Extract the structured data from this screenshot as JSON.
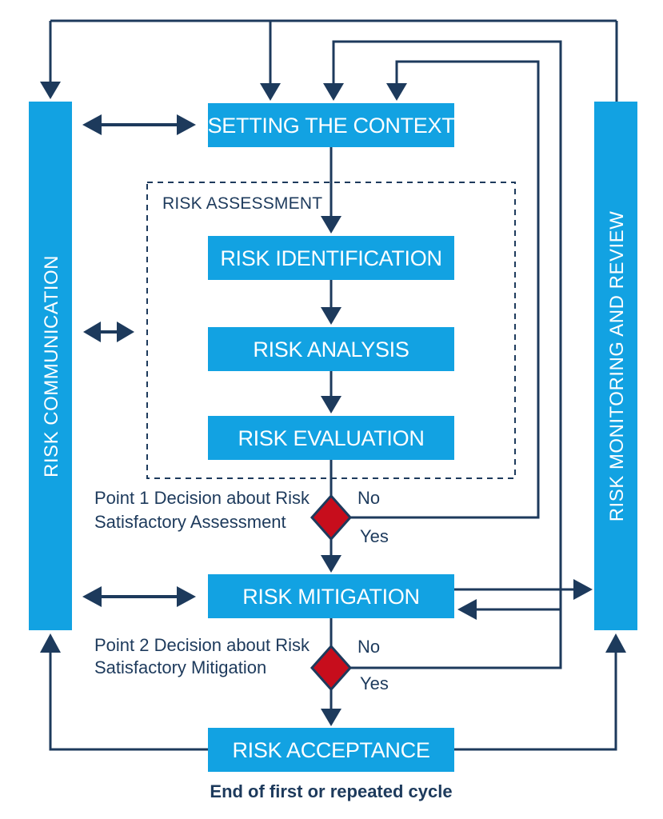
{
  "colors": {
    "accent_blue": "#12a2e2",
    "line_navy": "#1d3a5c",
    "decision_red": "#c70d1c",
    "label_white": "#ffffff"
  },
  "side_bars": {
    "left": {
      "label": "RISK COMMUNICATION"
    },
    "right": {
      "label": "RISK MONITORING AND REVIEW"
    }
  },
  "nodes": {
    "context": {
      "label": "SETTING THE CONTEXT"
    },
    "identification": {
      "label": "RISK IDENTIFICATION"
    },
    "analysis": {
      "label": "RISK ANALYSIS"
    },
    "evaluation": {
      "label": "RISK EVALUATION"
    },
    "mitigation": {
      "label": "RISK MITIGATION"
    },
    "acceptance": {
      "label": "RISK ACCEPTANCE"
    }
  },
  "assessment_group": {
    "label": "RISK ASSESSMENT"
  },
  "decisions": {
    "point1": {
      "caption_line1": "Point 1 Decision about Risk",
      "caption_line2": "Satisfactory Assessment",
      "no": "No",
      "yes": "Yes"
    },
    "point2": {
      "caption_line1": "Point 2 Decision about Risk",
      "caption_line2": "Satisfactory Mitigation",
      "no": "No",
      "yes": "Yes"
    }
  },
  "footer": {
    "label": "End of first or repeated cycle"
  }
}
